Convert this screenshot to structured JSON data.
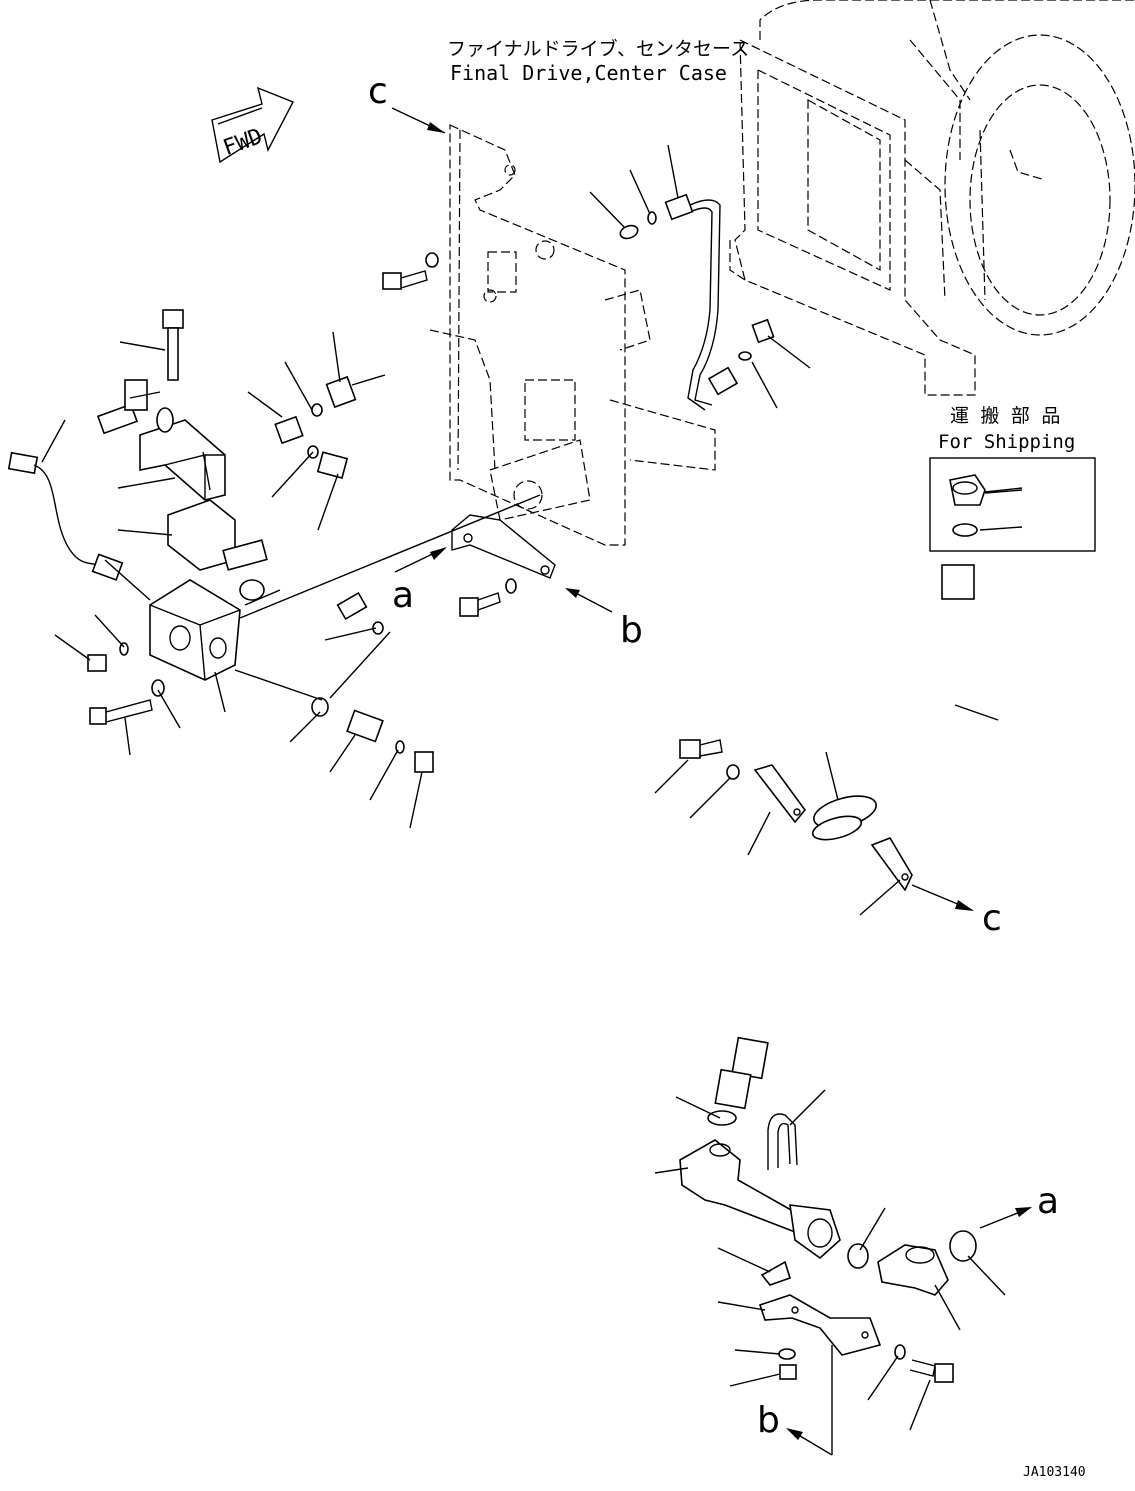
{
  "header": {
    "title_jp": "ファイナルドライブ、センタセース",
    "title_en": "Final Drive,Center Case"
  },
  "fwd": "FWD",
  "shipping": {
    "title_jp": "運 搬 部 品",
    "title_en": "For Shipping"
  },
  "markers": {
    "a": "a",
    "b": "b",
    "c": "c"
  },
  "drawing_number": "JA103140"
}
